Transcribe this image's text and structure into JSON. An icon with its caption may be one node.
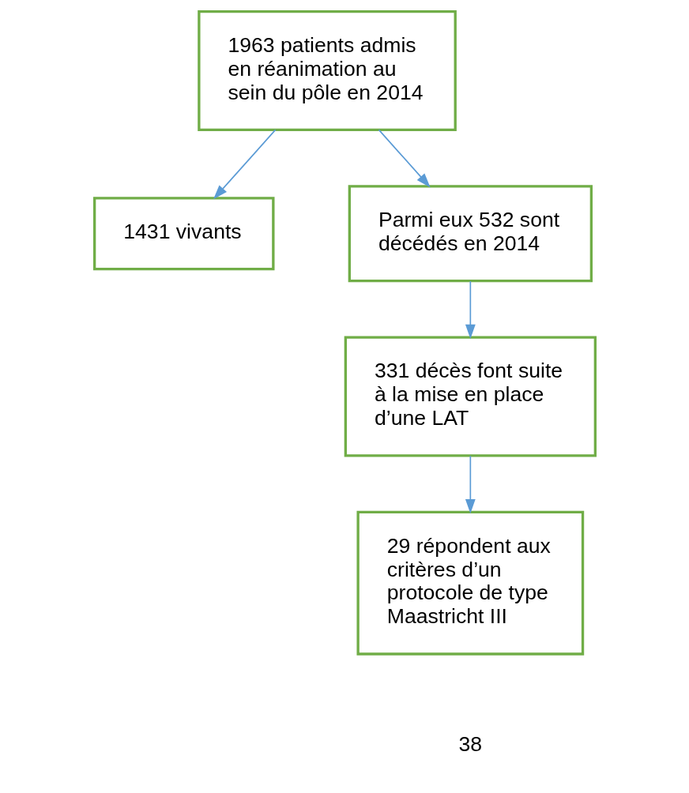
{
  "diagram": {
    "nodes": [
      {
        "text": [
          "1963 patients admis en réanimation au sein du pôle en 2014"
        ]
      },
      {
        "text": [
          "1431 vivants"
        ]
      },
      {
        "text": [
          "Parmi eux 532 sont décédés en 2014"
        ]
      },
      {
        "text": [
          "331 décès font suite à la mise en place d’une LAT"
        ]
      },
      {
        "text": [
          "29 répondent aux critères d’un protocole de type Maastricht III"
        ]
      }
    ],
    "edges": [
      {
        "from": 0,
        "to": 2,
        "arrow": "to"
      },
      {
        "from": 0,
        "to": 1,
        "arrow": "to"
      },
      {
        "from": 2,
        "to": 3,
        "arrow": "to"
      },
      {
        "from": 3,
        "to": 4,
        "arrow": "to"
      }
    ],
    "labels": [
      "38"
    ]
  }
}
